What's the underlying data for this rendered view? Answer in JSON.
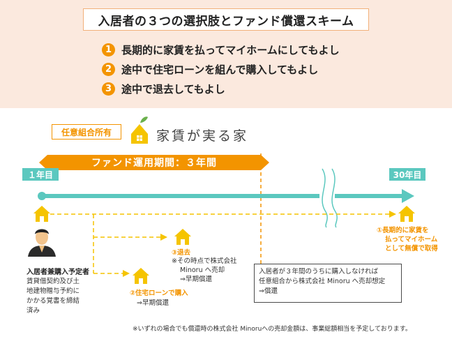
{
  "header": {
    "title": "入居者の３つの選択肢とファンド償還スキーム",
    "options": [
      {
        "num": "1",
        "text": "長期的に家賃を払ってマイホームにしてもよし"
      },
      {
        "num": "2",
        "text": "途中で住宅ローンを組んで購入してもよし"
      },
      {
        "num": "3",
        "text": "途中で退去してもよし"
      }
    ]
  },
  "brand": {
    "tag": "任意組合所有",
    "name": "家賃が実る家"
  },
  "timeline": {
    "period_label": "ファンド運用期間：３年間",
    "start_label": "１年目",
    "end_label": "30年目"
  },
  "outcomes": {
    "long_term": [
      "①長期的に家賃を",
      "払ってマイホーム",
      "として無償で取得"
    ],
    "leave_title": "③退去",
    "leave_desc": [
      "※その時点で株式会社",
      "Minoru へ売却",
      "⇒早期償還"
    ],
    "loan_title": "②住宅ローンで購入",
    "loan_desc": "⇒早期償還"
  },
  "note": [
    "入居者が３年間のうちに購入しなければ",
    "任意組合から株式会社 Minoru へ売却想定",
    "⇒償還"
  ],
  "person": {
    "label": "入居者兼購入予定者",
    "desc": "賃貸借契約及び土地建物贈与予約にかかる覚書を締結済み"
  },
  "footnote": "※いずれの場合でも償還時の株式会社 Minoruへの売却金額は、事業総額相当を予定しております。",
  "colors": {
    "orange": "#f39400",
    "teal": "#5bc8bf",
    "dash": "#f5c400",
    "peach": "#fbe9de"
  }
}
